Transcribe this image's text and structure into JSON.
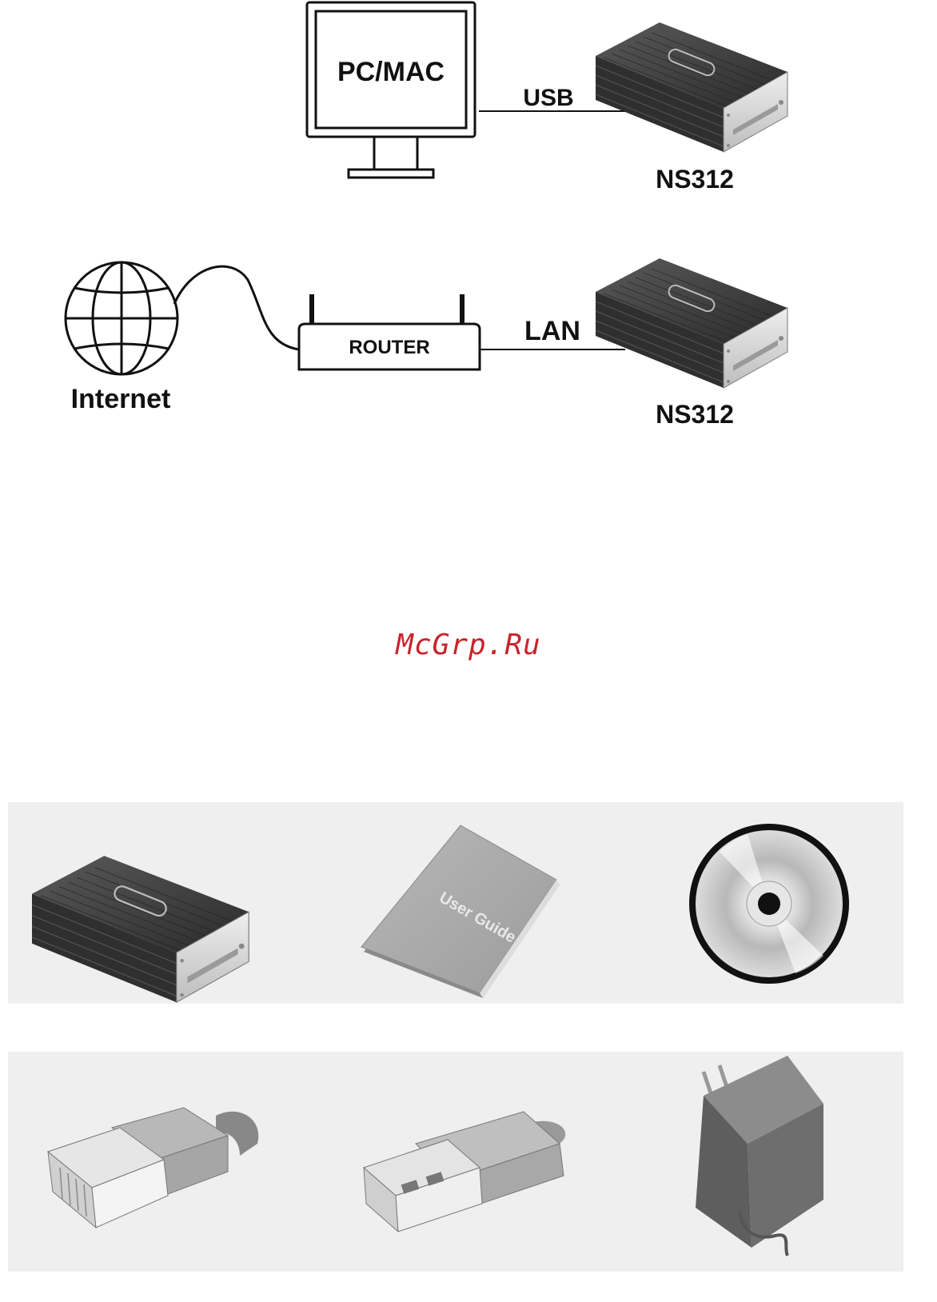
{
  "diagram_usb": {
    "computer_label": "PC/MAC",
    "connection_label": "USB",
    "device_label": "NS312"
  },
  "diagram_lan": {
    "internet_label": "Internet",
    "router_label": "ROUTER",
    "connection_label": "LAN",
    "device_label": "NS312"
  },
  "watermark": "McGrp.Ru",
  "package_contents": {
    "items": [
      {
        "icon": "nas-enclosure-icon"
      },
      {
        "icon": "user-guide-book-icon",
        "cover_text": "User Guide"
      },
      {
        "icon": "cd-disc-icon"
      },
      {
        "icon": "rj45-cable-icon"
      },
      {
        "icon": "usb-cable-icon"
      },
      {
        "icon": "power-adapter-icon"
      }
    ]
  },
  "colors": {
    "line": "#111111",
    "device_dark": "#3a3a3a",
    "device_silver": "#d6d6d6",
    "panel_bg": "#efefef",
    "watermark": "#c8242b"
  }
}
